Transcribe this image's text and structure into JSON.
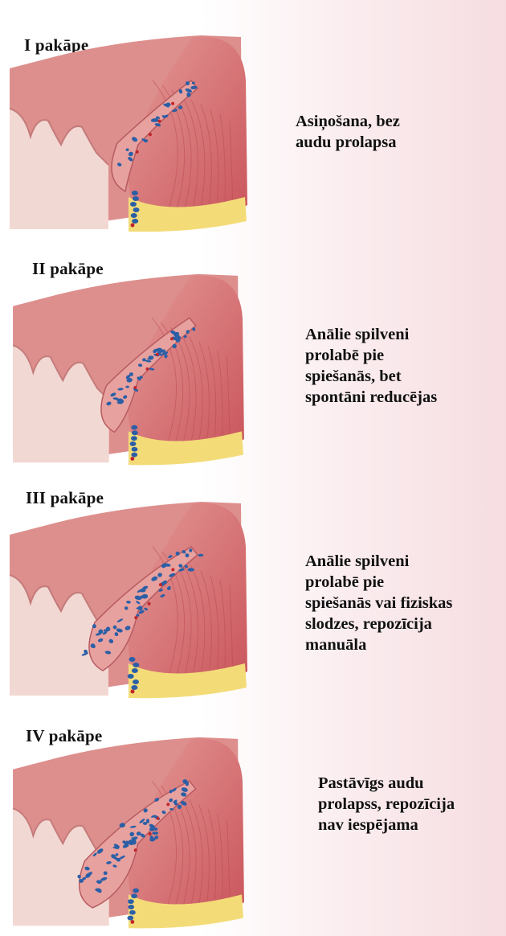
{
  "stages": [
    {
      "title": "I pakāpe",
      "description_lines": [
        "Asiņošana, bez",
        "audu prolapsa"
      ],
      "pile_size": 1
    },
    {
      "title": "II pakāpe",
      "description_lines": [
        "Anālie spilveni",
        "prolabē pie",
        "spiešanās, bet",
        "spontāni reducējas"
      ],
      "pile_size": 2
    },
    {
      "title": "III pakāpe",
      "description_lines": [
        "Anālie spilveni",
        "prolabē pie",
        "spiešanās vai fiziskas",
        "slodzes, repozīcija",
        "manuāla"
      ],
      "pile_size": 3
    },
    {
      "title": "IV pakāpe",
      "description_lines": [
        "Pastāvīgs audu",
        "prolapss, repozīcija",
        "nav iespējama"
      ],
      "pile_size": 4
    }
  ],
  "colors": {
    "muscle": "#c9545a",
    "muscle_light": "#e59a98",
    "mucosa": "#dd8f8d",
    "skin": "#f2d8d2",
    "fat": "#f3dc78",
    "vessel_blue": "#2b5fa6",
    "vessel_red": "#c0262b"
  }
}
